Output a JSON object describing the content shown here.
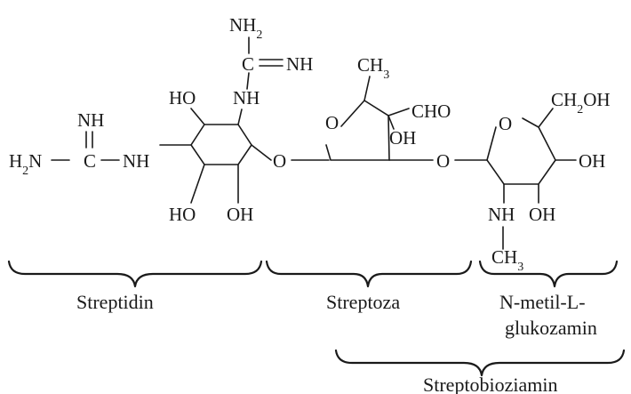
{
  "atoms": {
    "streptidin": {
      "nh2_top": "NH",
      "nh2_top_sub": "2",
      "c_top": "C",
      "nh_top_imine": "NH",
      "nh_top_link": "NH",
      "nh_left_imine": "NH",
      "h2n_left": "H",
      "h2n_left_sub": "2",
      "h2n_left_n": "N",
      "c_left": "C",
      "nh_left_link": "NH",
      "ho_upper": "HO",
      "ho_lower_left": "HO",
      "oh_lower_right": "OH"
    },
    "linkage_o_1": "O",
    "streptoza": {
      "ring_o": "O",
      "ch3": "CH",
      "ch3_sub": "3",
      "cho": "CHO",
      "oh": "OH"
    },
    "linkage_o_2": "O",
    "glucosamine": {
      "ring_o": "O",
      "ch2oh_ch": "CH",
      "ch2oh_sub": "2",
      "ch2oh_oh": "OH",
      "oh_right": "OH",
      "oh_bottom": "OH",
      "nh": "NH",
      "ch3": "CH",
      "ch3_sub": "3"
    }
  },
  "labels": {
    "streptidin": "Streptidin",
    "streptoza": "Streptoza",
    "glucosamine_line1": "N-metil-L-",
    "glucosamine_line2": "glukozamin",
    "streptobioziamin": "Streptobioziamin"
  }
}
